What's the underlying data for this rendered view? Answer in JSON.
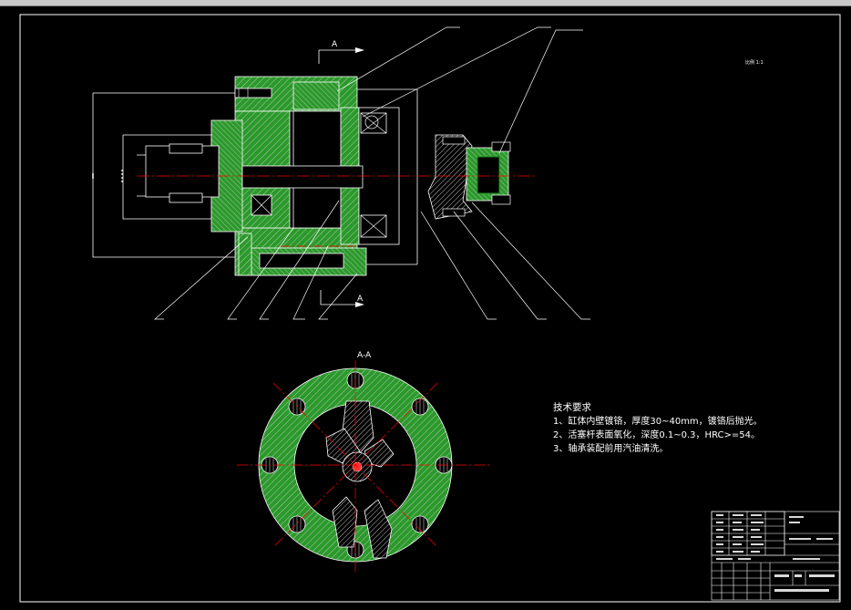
{
  "window": {
    "title": ""
  },
  "section_labels": {
    "top_arrow": "A",
    "bottom_arrow": "A",
    "section_title": "A-A"
  },
  "scale_note": "比例 1:1",
  "tech_requirements": {
    "title": "技术要求",
    "items": [
      "1、缸体内壁镀铬，厚度30~40mm，镀铬后抛光。",
      "2、活塞杆表面氧化，深度0.1~0.3，HRC>=54。",
      "3、轴承装配前用汽油清洗。"
    ]
  },
  "colors": {
    "background": "#000000",
    "frame": "#ffffff",
    "part_fill": "#1e8c1e",
    "hatch": "#c8c8c8",
    "center_line": "#ff0000",
    "leader": "#ffffff"
  }
}
